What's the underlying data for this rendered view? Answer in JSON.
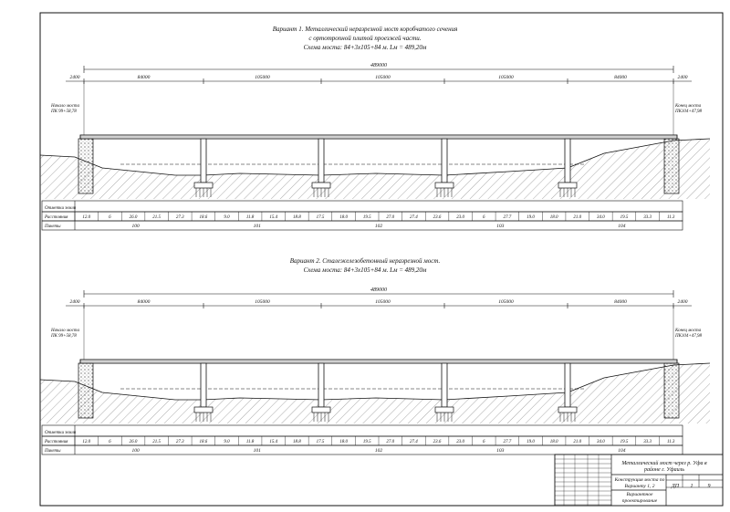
{
  "variant1": {
    "title1": "Вариант 1.   Металлический неразрезной мост коробчатого сечения",
    "title2": "с ортотропной плитой проезжей части.",
    "title3": "Схема моста: 84+3х105+84 м.   Lм = 489,20м",
    "total": "489000",
    "edge_left": "2400",
    "edge_right": "2400",
    "spans": [
      "84000",
      "105000",
      "105000",
      "105000",
      "84000"
    ],
    "start_label": "Начало моста",
    "start_pk": "ПК 99+58,78",
    "end_label": "Конец моста",
    "end_pk": "ПК104+47,98",
    "row_labels": [
      "Отметки земли",
      "Расстояния",
      "Пикеты"
    ],
    "distances": [
      "12.0",
      "6",
      "26.0",
      "21.5",
      "27.3",
      "18.6",
      "9.0",
      "11.8",
      "15.4",
      "18.8",
      "17.5",
      "18.0",
      "19.5",
      "27.0",
      "27.4",
      "23.6",
      "23.0",
      "6",
      "27.7",
      "19.0",
      "18.0",
      "21.0",
      "34.0",
      "19.5",
      "33.3",
      "11.3"
    ],
    "pickets": [
      "100",
      "101",
      "102",
      "103",
      "104"
    ]
  },
  "variant2": {
    "title1": "Вариант 2.   Сталежелезобетонный неразрезной мост.",
    "title2": "Схема моста: 84+3х105+84 м.   Lм = 489,20м",
    "total": "489000",
    "edge_left": "2400",
    "edge_right": "2400",
    "spans": [
      "84000",
      "105000",
      "105000",
      "105000",
      "84000"
    ],
    "start_label": "Начало моста",
    "start_pk": "ПК 99+58,78",
    "end_label": "Конец моста",
    "end_pk": "ПК104+47,98",
    "row_labels": [
      "Отметки земли",
      "Расстояния",
      "Пикеты"
    ],
    "distances": [
      "12.0",
      "6",
      "26.0",
      "21.5",
      "27.3",
      "18.6",
      "9.0",
      "11.8",
      "15.4",
      "18.8",
      "17.5",
      "18.0",
      "19.5",
      "27.0",
      "27.4",
      "23.6",
      "23.0",
      "6",
      "27.7",
      "19.0",
      "18.0",
      "21.0",
      "34.0",
      "19.5",
      "33.3",
      "11.3"
    ],
    "pickets": [
      "100",
      "101",
      "102",
      "103",
      "104"
    ]
  },
  "stamp": {
    "project": "Металлический мост через р. Уфа в районе г. Уфаиль",
    "sheet_title": "Конструкция моста по Варианту 1, 2",
    "drawing": "Вариантное проектирование",
    "sheet_no": "1",
    "sheets_total": "9",
    "stage": "ДП"
  }
}
